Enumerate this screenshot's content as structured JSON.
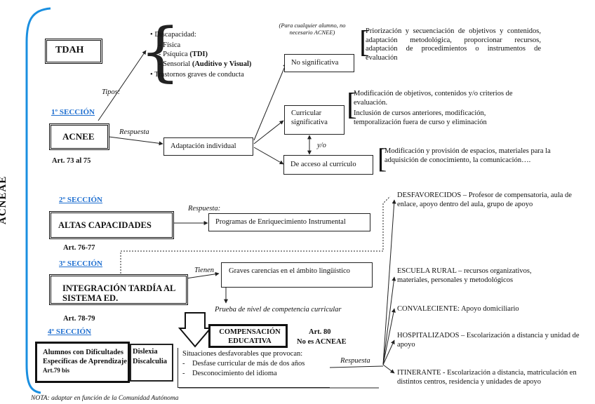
{
  "title": "TDAH",
  "side_label": "ACNEAE",
  "tipos_label": "Tipos:",
  "discapacidad": {
    "heading": "Discapacidad:",
    "fisica": "- Física",
    "psiquica": "- Psíquica",
    "psiquica_tag": "(TDI)",
    "sensorial": "- Sensorial",
    "sensorial_tag": "(Auditivo y Visual)",
    "trastornos": "Trastornos graves de conducta"
  },
  "section1": {
    "label": "1º SECCIÓN",
    "box": "ACNEE",
    "art": "Art. 73  al   75",
    "respuesta": "Respuesta"
  },
  "adaptacion": "Adaptación individual",
  "nota_alumno": "(Para cualquier alumno, no necesario ACNEE)",
  "no_significativa": {
    "box": "No significativa",
    "desc": "Priorización y secuenciación de objetivos y contenidos, adaptación metodológica, proporcionar recursos, adaptación de procedimientos o instrumentos de evaluación"
  },
  "curricular": {
    "box": "Curricular significativa",
    "desc_1": "Modificación de objetivos, contenidos y/o criterios de evaluación.",
    "desc_2": "Inclusión de cursos anteriores, modificación, temporalización fuera de curso y eliminación"
  },
  "yo": "y/o",
  "acceso": {
    "box": "De acceso al currículo",
    "desc": "Modificación y provisión de espacios, materiales para la adquisición de conocimiento, la comunicación…."
  },
  "section2": {
    "label": "2º SECCIÓN",
    "box": "ALTAS CAPACIDADES",
    "art": "Art. 76-77",
    "respuesta": "Respuesta:",
    "programa": "Programas de Enriquecimiento Instrumental"
  },
  "section3": {
    "label": "3º SECCIÓN",
    "box": "INTEGRACIÓN TARDÍA AL SISTEMA ED.",
    "art": "Art. 78-79",
    "tienen": "Tienen",
    "carencias": "Graves carencias en el ámbito lingüístico",
    "prueba": "Prueba de nivel de competencia curricular"
  },
  "section4": {
    "label": "4º SECCIÓN",
    "box_1": "Alumnos con Dificultades Específicas de Aprendizaje",
    "box_art": "Art.79 bis",
    "dislexia": "Dislexia",
    "discalculia": "Discalculia"
  },
  "compensacion": {
    "box": "COMPENSACIÓN EDUCATIVA",
    "art": "Art. 80",
    "no_es": "No es ACNEAE",
    "heading": "Situaciones desfavorables que provocan:",
    "item_1": "Desfase curricular de más de dos años",
    "item_2": "Desconocimiento del idioma",
    "respuesta": "Respuesta"
  },
  "respuestas": [
    {
      "head": "DESFAVORECIDOS",
      "text": " – Profesor de compensatoria, aula de enlace, apoyo dentro del aula, grupo de apoyo"
    },
    {
      "head": "ESCUELA RURAL",
      "text": " – recursos organizativos, materiales, personales y metodológicos"
    },
    {
      "head": "CONVALECIENTE",
      "text": ": Apoyo domiciliario"
    },
    {
      "head": "HOSPITALIZADOS",
      "text": " – Escolarización a distancia y unidad de apoyo"
    },
    {
      "head": "ITINERANTE",
      "text": " - Escolarización a distancia, matriculación en distintos centros, residencia y unidades de apoyo"
    }
  ],
  "nota": "NOTA: adaptar en función de la Comunidad Autónoma",
  "colors": {
    "section": "#1f6fd0",
    "bracket": "#1a8fe0",
    "squiggle": "#e0302f"
  }
}
